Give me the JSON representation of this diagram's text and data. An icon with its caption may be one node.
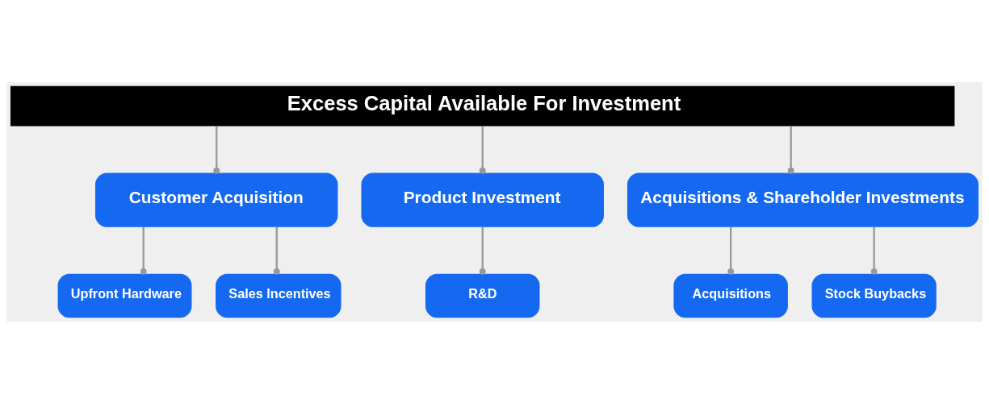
{
  "diagram": {
    "nodes": [
      {
        "text": [
          "Excess Capital Available For Investment"
        ]
      },
      {
        "text": [
          "Customer Acquisition"
        ]
      },
      {
        "text": [
          "Product Investment"
        ]
      },
      {
        "text": [
          "Acquisitions & Shareholder Investments"
        ]
      },
      {
        "text": [
          "Upfront Hardware"
        ]
      },
      {
        "text": [
          "Sales Incentives"
        ]
      },
      {
        "text": [
          "R&D"
        ]
      },
      {
        "text": [
          "Acquisitions"
        ]
      },
      {
        "text": [
          "Stock Buybacks"
        ]
      }
    ],
    "edges": [
      {
        "from": 0,
        "to": 1,
        "arrow": "other"
      },
      {
        "from": 0,
        "to": 2,
        "arrow": "other"
      },
      {
        "from": 0,
        "to": 3,
        "arrow": "other"
      },
      {
        "from": 1,
        "to": 4,
        "arrow": "other"
      },
      {
        "from": 1,
        "to": 5,
        "arrow": "other"
      },
      {
        "from": 2,
        "to": 6,
        "arrow": "other"
      },
      {
        "from": 3,
        "to": 7,
        "arrow": "other"
      },
      {
        "from": 3,
        "to": 8,
        "arrow": "other"
      }
    ]
  }
}
